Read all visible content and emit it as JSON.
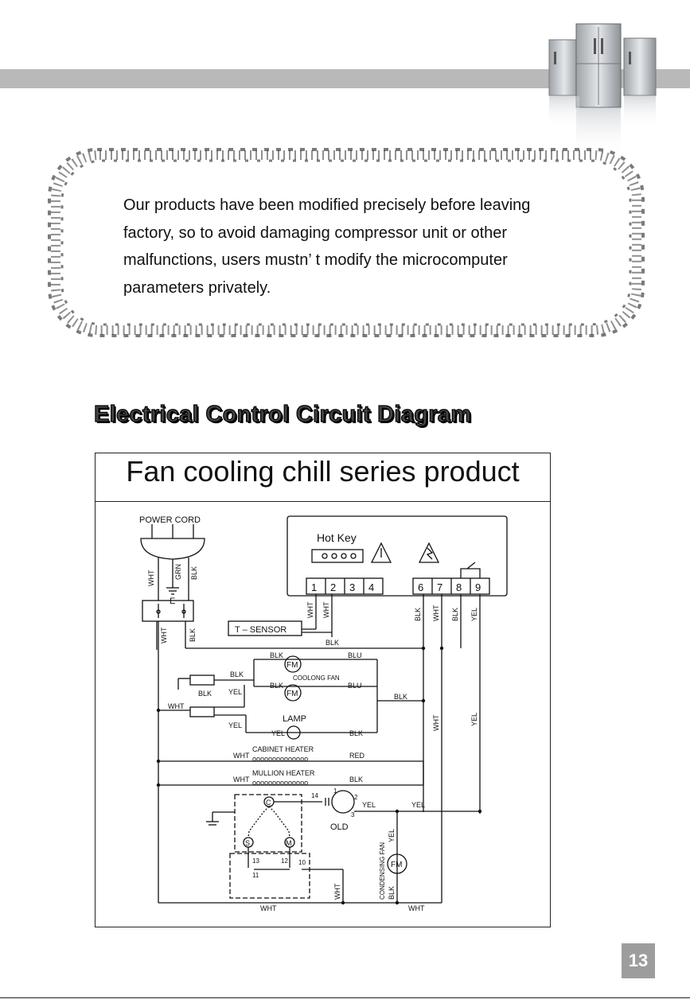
{
  "notice": {
    "lines": [
      "Our products have been modified precisely before leaving",
      "factory, so to avoid damaging compressor unit or other",
      "malfunctions, users mustn’ t modify the microcomputer",
      "parameters privately."
    ]
  },
  "section_heading": "Electrical Control Circuit Diagram",
  "diagram": {
    "title": "Fan cooling chill series product",
    "labels": {
      "power_cord": "POWER  CORD",
      "wht": "WHT",
      "grn": "GRN",
      "blk": "BLK",
      "yel": "YEL",
      "blu": "BLU",
      "red": "RED",
      "earth": "E",
      "hot_key": "Hot  Key",
      "t_sensor": "T  – SENSOR",
      "fm": "FM",
      "coolong_fan": "COOLONG  FAN",
      "lamp": "LAMP",
      "cabinet_heater": "CABINET  HEATER",
      "mullion_heater": "MULLION  HEATER",
      "heater_coil": "oooooooooooooo",
      "old": "OLD",
      "condensing_fan": "CONDENSING  FAN",
      "c": "C",
      "s": "S",
      "m": "M"
    },
    "terminals": [
      "1",
      "2",
      "3",
      "4",
      "6",
      "7",
      "8",
      "9"
    ],
    "relay_numbers": [
      "14",
      "1",
      "2",
      "3",
      "13",
      "12",
      "10",
      "11"
    ]
  },
  "page_number": "13"
}
